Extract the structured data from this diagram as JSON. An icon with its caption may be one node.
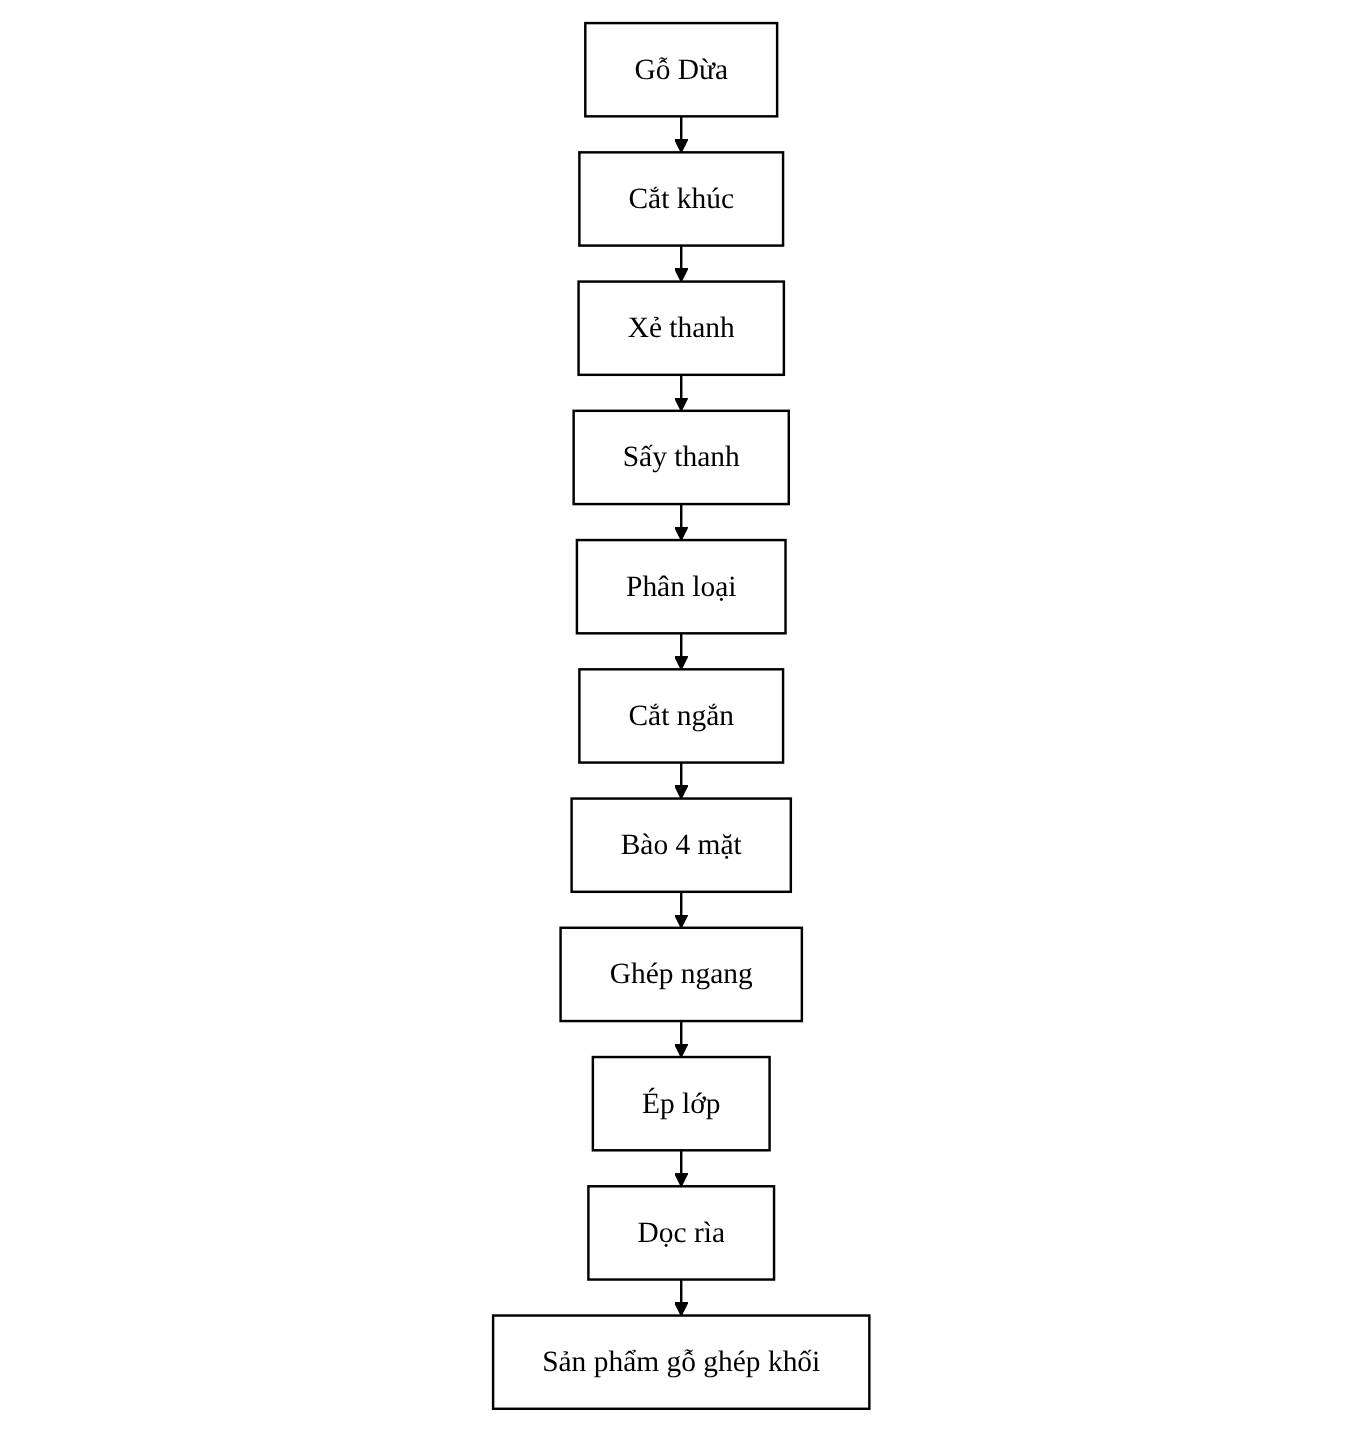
{
  "diagram": {
    "nodes": [
      {
        "text": [
          "Gỗ Dừa"
        ]
      },
      {
        "text": [
          "Cắt khúc"
        ]
      },
      {
        "text": [
          "Xẻ thanh"
        ]
      },
      {
        "text": [
          "Sấy thanh"
        ]
      },
      {
        "text": [
          "Phân loại"
        ]
      },
      {
        "text": [
          "Cắt ngắn"
        ]
      },
      {
        "text": [
          "Bào 4 mặt"
        ]
      },
      {
        "text": [
          "Ghép ngang"
        ]
      },
      {
        "text": [
          "Ép lớp"
        ]
      },
      {
        "text": [
          "Dọc rìa"
        ]
      },
      {
        "text": [
          "Sản phẩm gỗ ghép khối"
        ]
      }
    ],
    "edges": [
      {
        "from": 0,
        "to": 1,
        "arrow": "to"
      },
      {
        "from": 1,
        "to": 2,
        "arrow": "to"
      },
      {
        "from": 2,
        "to": 3,
        "arrow": "to"
      },
      {
        "from": 3,
        "to": 4,
        "arrow": "to"
      },
      {
        "from": 4,
        "to": 5,
        "arrow": "to"
      },
      {
        "from": 5,
        "to": 6,
        "arrow": "to"
      },
      {
        "from": 6,
        "to": 7,
        "arrow": "to"
      },
      {
        "from": 7,
        "to": 8,
        "arrow": "to"
      },
      {
        "from": 8,
        "to": 9,
        "arrow": "to"
      },
      {
        "from": 9,
        "to": 10,
        "arrow": "to"
      }
    ]
  }
}
